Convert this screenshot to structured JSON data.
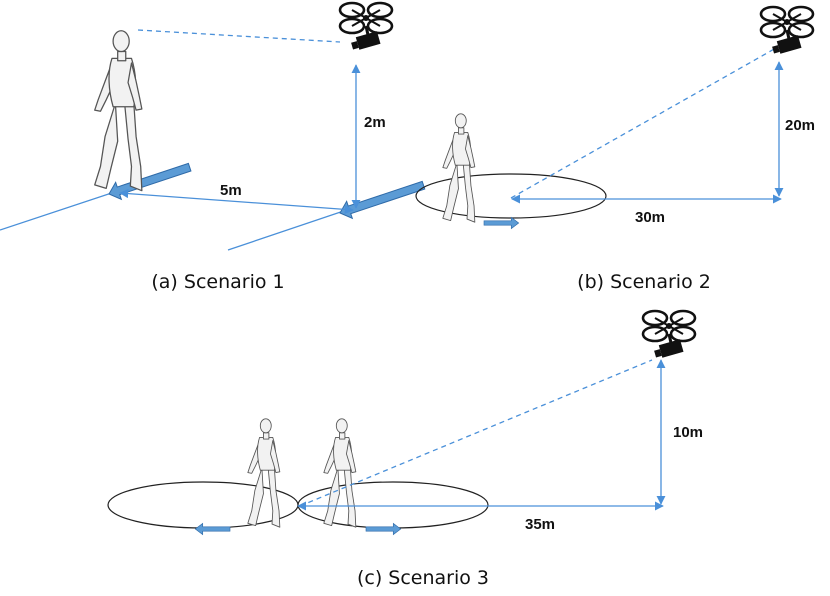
{
  "colors": {
    "line": "#4a90d9",
    "arrow_fill": "#5b9bd5",
    "arrow_stroke": "#2e6aa8",
    "drone": "#111111",
    "figure": "#f2f2f2",
    "figure_outline": "#555555"
  },
  "scenario1": {
    "caption": "(a) Scenario 1",
    "height_label": "2m",
    "distance_label": "5m"
  },
  "scenario2": {
    "caption": "(b) Scenario 2",
    "height_label": "20m",
    "distance_label": "30m"
  },
  "scenario3": {
    "caption": "(c) Scenario 3",
    "height_label": "10m",
    "distance_label": "35m"
  },
  "icons": [
    "drone-icon",
    "walking-person-icon",
    "direction-arrow-icon"
  ]
}
